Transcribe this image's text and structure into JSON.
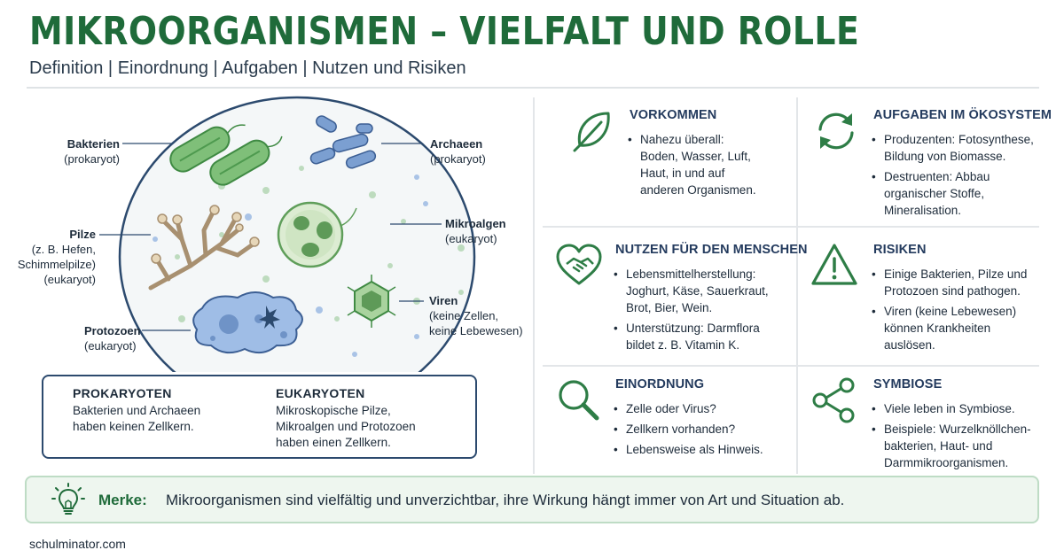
{
  "header": {
    "title": "MIKROORGANISMEN – VIELFALT UND ROLLE",
    "subtitle": "Definition | Einordnung | Aufgaben | Nutzen und Risiken"
  },
  "diagram": {
    "labels": {
      "bakterien": {
        "name": "Bakterien",
        "type": "(prokaryot)"
      },
      "archaeen": {
        "name": "Archaeen",
        "type": "(prokaryot)"
      },
      "pilze": {
        "name": "Pilze",
        "line1": "(z. B. Hefen,",
        "line2": "Schimmelpilze)",
        "type": "(eukaryot)"
      },
      "mikroalgen": {
        "name": "Mikroalgen",
        "type": "(eukaryot)"
      },
      "viren": {
        "name": "Viren",
        "line1": "(keine Zellen,",
        "line2": "keine Lebewesen)"
      },
      "protozoen": {
        "name": "Protozoen",
        "type": "(eukaryot)"
      }
    }
  },
  "comparison": {
    "prokaryoten": {
      "title": "PROKARYOTEN",
      "line1": "Bakterien und Archaeen",
      "line2": "haben keinen Zellkern."
    },
    "eukaryoten": {
      "title": "EUKARYOTEN",
      "line1": "Mikroskopische Pilze,",
      "line2": "Mikroalgen und Protozoen",
      "line3": "haben einen Zellkern."
    }
  },
  "cards": {
    "vorkommen": {
      "title": "VORKOMMEN",
      "items": [
        "Nahezu überall: Boden, Wasser, Luft, Haut, in und auf anderen Organismen."
      ]
    },
    "aufgaben": {
      "title": "AUFGABEN IM ÖKOSYSTEM",
      "items": [
        "Produzenten: Fotosynthese, Bildung von Biomasse.",
        "Destruenten: Abbau organischer Stoffe, Mineralisation."
      ]
    },
    "nutzen": {
      "title": "NUTZEN FÜR DEN MENSCHEN",
      "items": [
        "Lebensmittelherstellung: Joghurt, Käse, Sauerkraut, Brot, Bier, Wein.",
        "Unterstützung: Darmflora bildet z. B. Vitamin K."
      ]
    },
    "risiken": {
      "title": "RISIKEN",
      "items": [
        "Einige Bakterien, Pilze und Protozoen sind pathogen.",
        "Viren (keine Lebewesen) können Krankheiten auslösen."
      ]
    },
    "einordnung": {
      "title": "EINORDNUNG",
      "items": [
        "Zelle oder Virus?",
        "Zellkern vorhanden?",
        "Lebensweise als Hinweis."
      ]
    },
    "symbiose": {
      "title": "SYMBIOSE",
      "items": [
        "Viele leben in Symbiose.",
        "Beispiele: Wurzelknöllchen-bakterien, Haut- und Darmmikroorganismen."
      ]
    }
  },
  "merke": {
    "label": "Merke:",
    "text": "Mikroorganismen sind vielfältig und unverzichtbar, ihre Wirkung hängt immer von Art und Situation ab."
  },
  "footer": {
    "site": "schulminator.com"
  },
  "colors": {
    "title_green": "#1f6b3a",
    "heading_navy": "#243b5e",
    "icon_green": "#2e7d46",
    "cell_blue": "#6f93c7",
    "bacteria_green": "#78b874"
  }
}
